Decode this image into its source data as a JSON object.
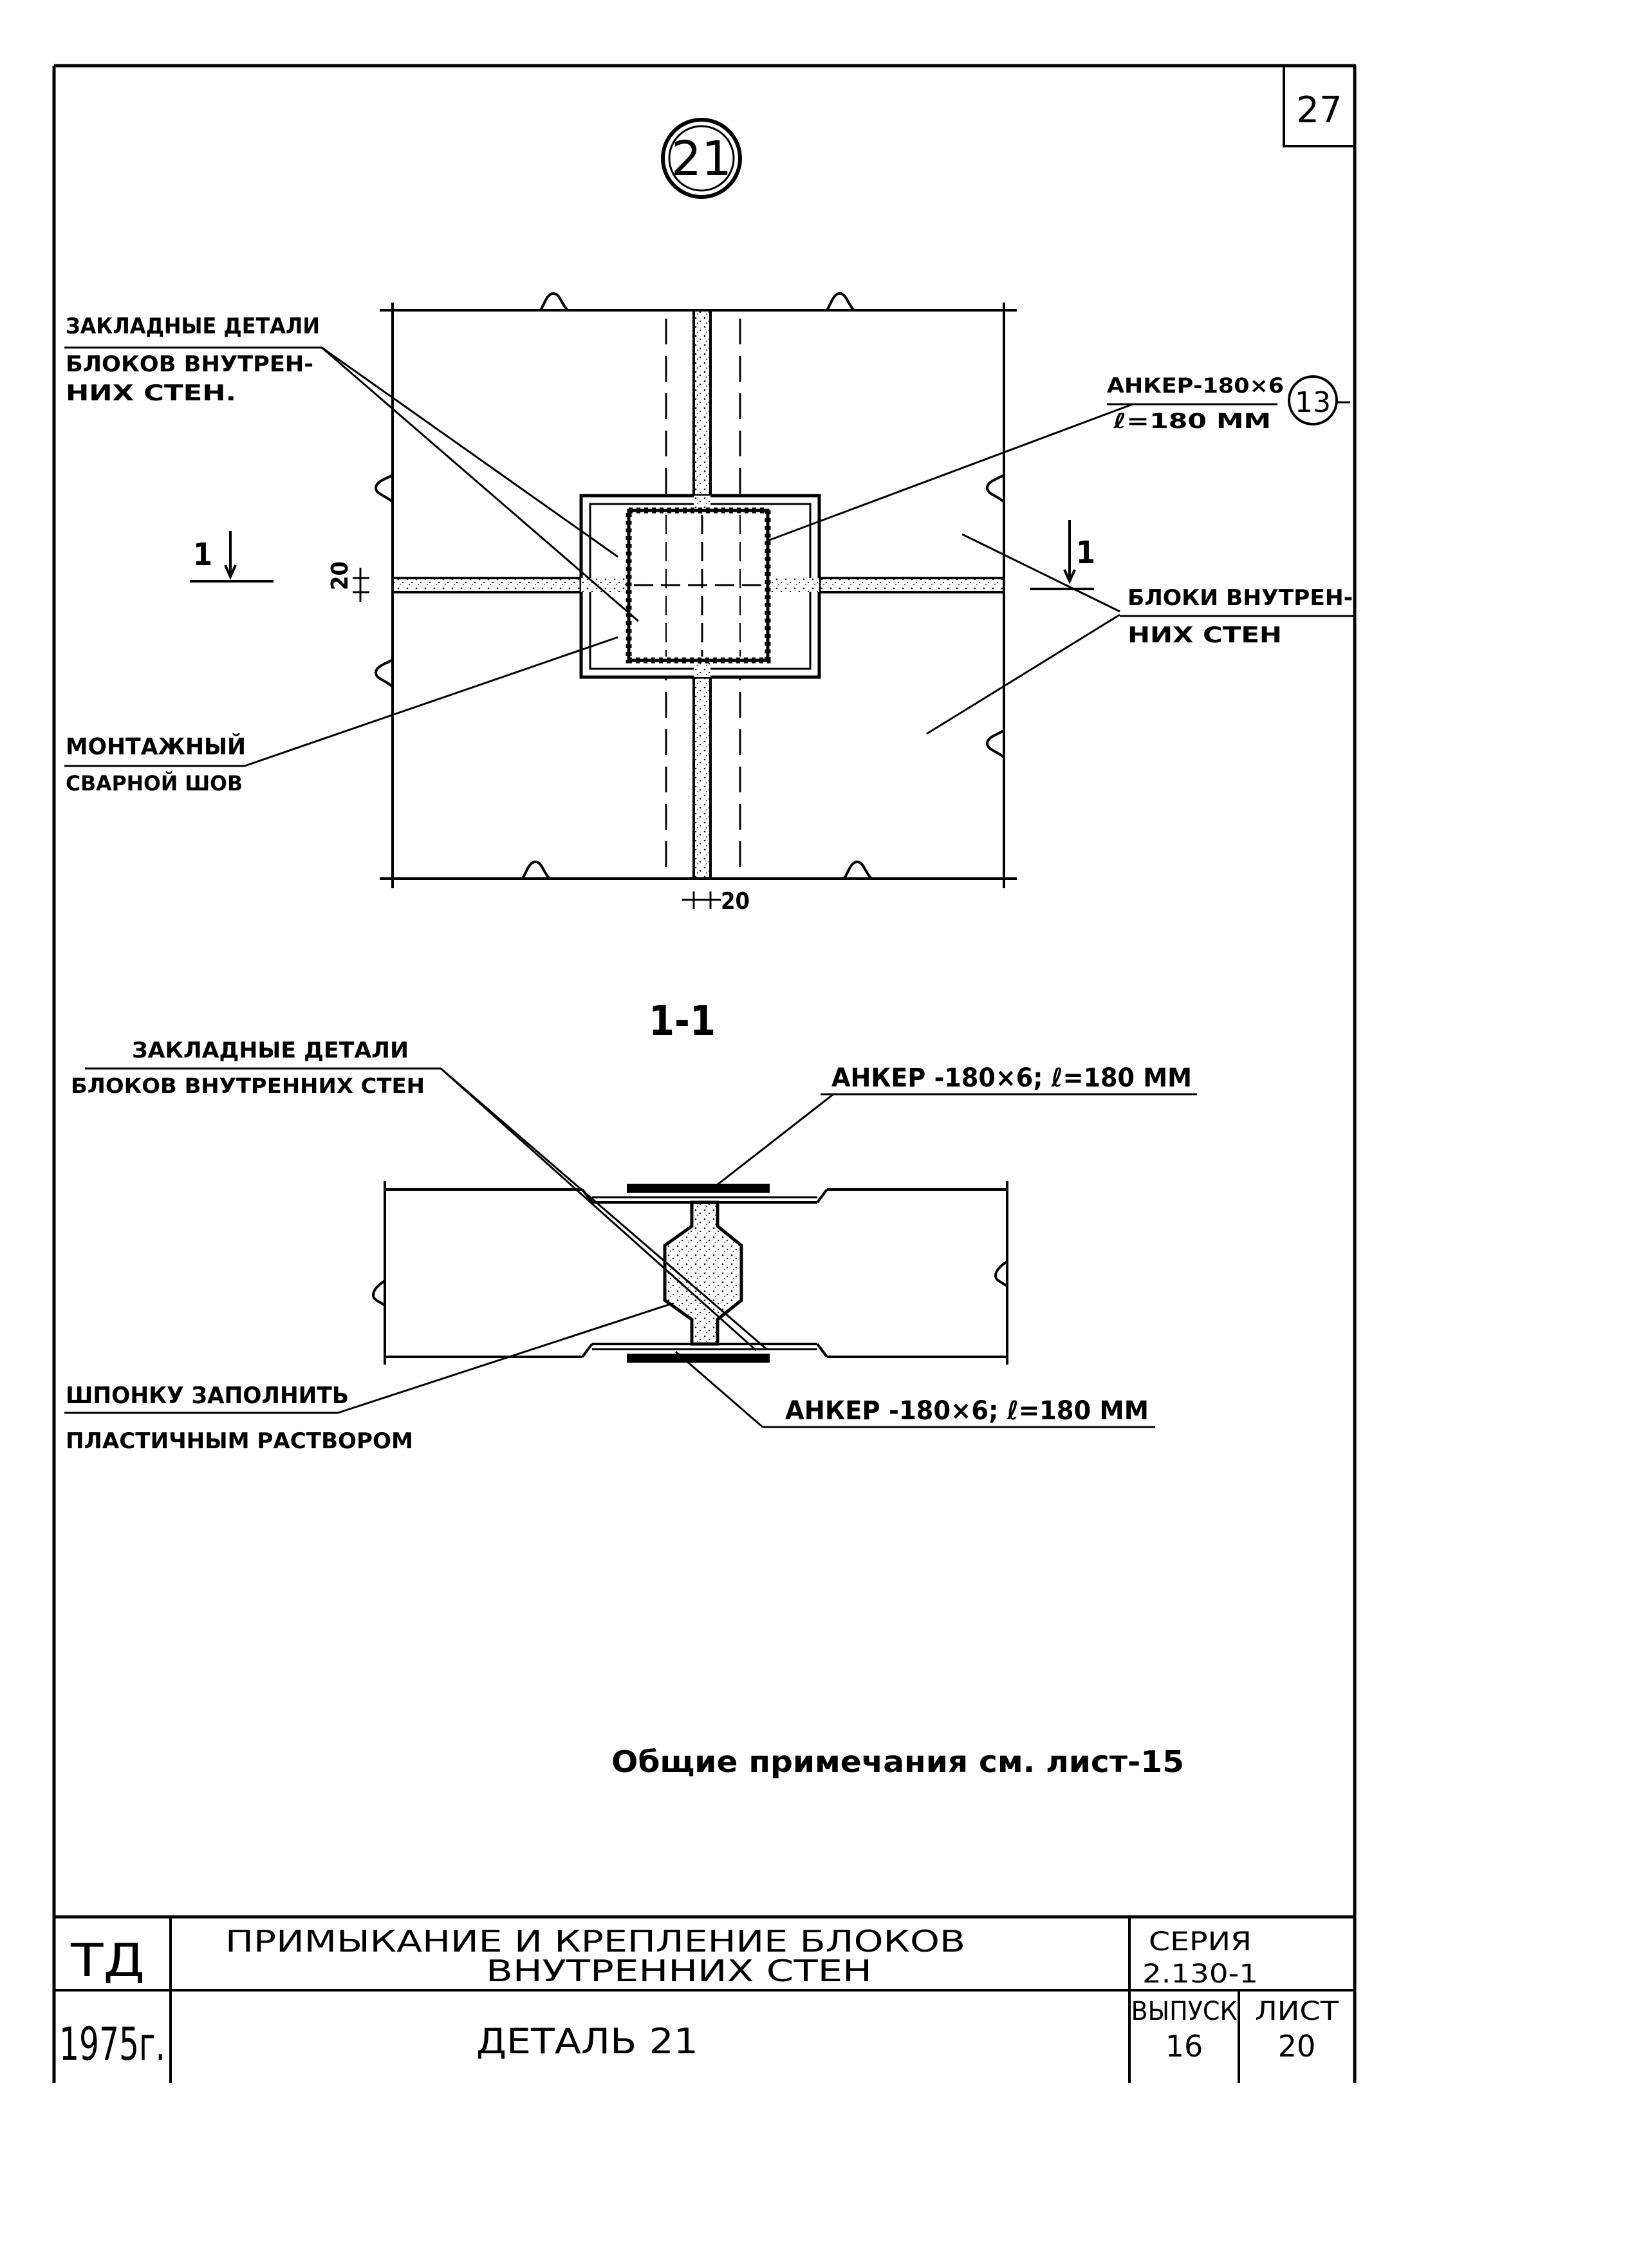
{
  "sheet": {
    "corner_number": "27",
    "detail_marker": "21"
  },
  "plan": {
    "label_embedded_parts": [
      "ЗАКЛАДНЫЕ ДЕТАЛИ",
      "БЛОКОВ ВНУТРЕН-",
      "НИХ СТЕН."
    ],
    "label_anchor": [
      "АНКЕР-180×6",
      "ℓ=180 ММ"
    ],
    "anchor_ref": "13",
    "label_blocks": [
      "БЛОКИ ВНУТРЕН-",
      "НИХ СТЕН"
    ],
    "label_weld": [
      "МОНТАЖНЫЙ",
      "СВАРНОЙ ШОВ"
    ],
    "section_mark_left": "1",
    "section_mark_right": "1",
    "dim_vertical": "20",
    "dim_horizontal": "20"
  },
  "section": {
    "title": "1-1",
    "label_embedded_parts": [
      "ЗАКЛАДНЫЕ ДЕТАЛИ",
      "БЛОКОВ ВНУТРЕННИХ СТЕН"
    ],
    "label_anchor_top": "АНКЕР -180×6; ℓ=180 ММ",
    "label_anchor_bottom": "АНКЕР -180×6; ℓ=180 ММ",
    "label_key": [
      "ШПОНКУ ЗАПОЛНИТЬ",
      "ПЛАСТИЧНЫМ РАСТВОРОМ"
    ]
  },
  "note": "Общие примечания см. лист-15",
  "title_block": {
    "org": "ТД",
    "year": "1975г.",
    "title_line1": "ПРИМЫКАНИЕ И КРЕПЛЕНИЕ БЛОКОВ",
    "title_line2": "ВНУТРЕННИХ СТЕН",
    "subtitle": "ДЕТАЛЬ 21",
    "series_label": "СЕРИЯ",
    "series_value": "2.130-1",
    "issue_label": "ВЫПУСК",
    "issue_value": "16",
    "sheet_label": "ЛИСТ",
    "sheet_value": "20"
  }
}
